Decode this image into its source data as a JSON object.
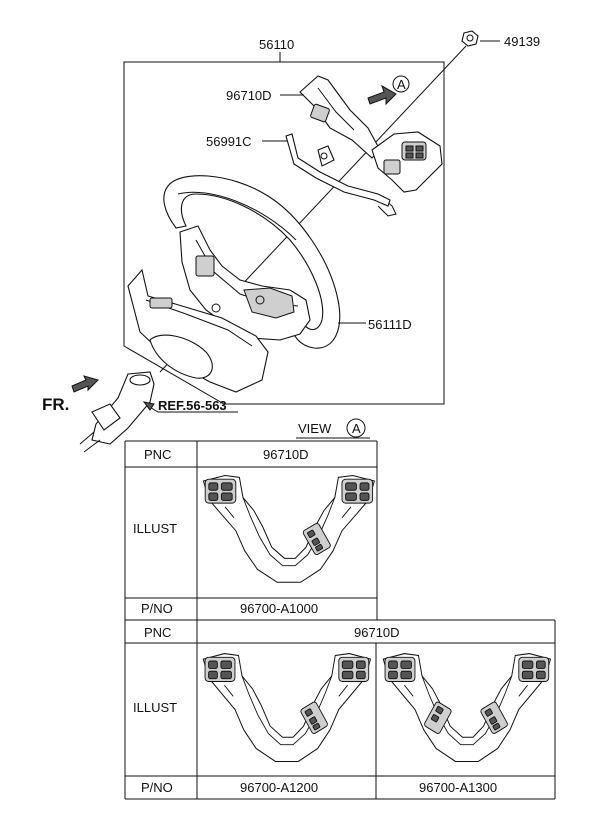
{
  "labels": {
    "assembly": "56110",
    "nut": "49139",
    "remote_cover": "96710D",
    "bracket": "56991C",
    "wheel_body": "56111D",
    "front": "FR.",
    "reference": "REF.56-563",
    "view_marker": "A"
  },
  "view_title": {
    "text": "VIEW",
    "marker": "A"
  },
  "table1": {
    "pnc_header": "PNC",
    "pnc_value": "96710D",
    "illust_header": "ILLUST",
    "pno_header": "P/NO",
    "pno_value": "96700-A1000"
  },
  "table2": {
    "pnc_header": "PNC",
    "pnc_value": "96710D",
    "illust_header": "ILLUST",
    "pno_header": "P/NO",
    "pno_values": [
      "96700-A1200",
      "96700-A1300"
    ]
  }
}
